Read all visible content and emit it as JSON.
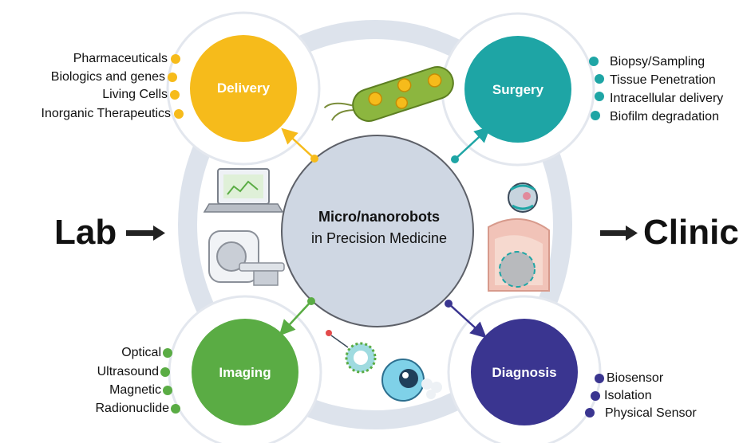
{
  "center": {
    "title": "Micro/nanorobots",
    "subtitle": "in Precision Medicine"
  },
  "sides": {
    "left": "Lab",
    "right": "Clinic"
  },
  "colors": {
    "delivery": "#f6bb1b",
    "surgery": "#1ea5a5",
    "imaging": "#5aac44",
    "diagnosis": "#3a3590",
    "ring": "#dde3ec",
    "center": "#cfd7e3"
  },
  "nodes": {
    "delivery": {
      "label": "Delivery",
      "items": [
        "Pharmaceuticals",
        "Biologics and genes",
        "Living Cells",
        "Inorganic Therapeutics"
      ]
    },
    "surgery": {
      "label": "Surgery",
      "items": [
        "Biopsy/Sampling",
        "Tissue Penetration",
        "Intracellular delivery",
        "Biofilm degradation"
      ]
    },
    "imaging": {
      "label": "Imaging",
      "items": [
        "Optical",
        "Ultrasound",
        "Magnetic",
        "Radionuclide"
      ]
    },
    "diagnosis": {
      "label": "Diagnosis",
      "items": [
        "Biosensor",
        "Isolation",
        "Physical Sensor"
      ]
    }
  }
}
